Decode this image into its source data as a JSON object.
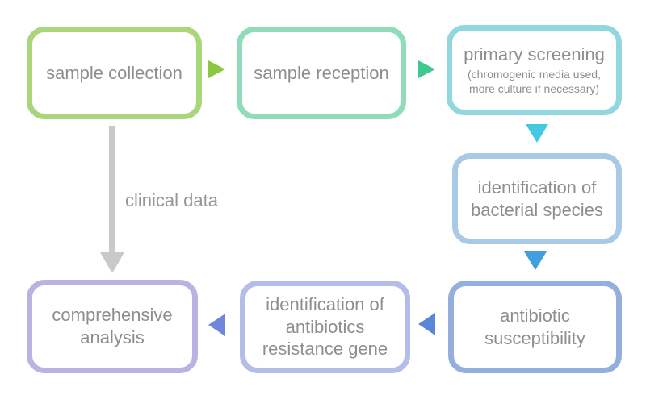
{
  "background_color": "#ffffff",
  "text_color": "#8e8e8e",
  "boxes": [
    {
      "id": "sample-collection",
      "label": "sample collection",
      "border_color": "#a9d67a"
    },
    {
      "id": "sample-reception",
      "label": "sample reception",
      "border_color": "#90dcba"
    },
    {
      "id": "primary-screening",
      "label": "primary screening",
      "sublabel": "(chromogenic media used, more culture if necessary)",
      "border_color": "#92d7e0"
    },
    {
      "id": "identification-of-bacterial-species",
      "label": "identification of bacterial species",
      "border_color": "#a8cae6"
    },
    {
      "id": "antibiotic-susceptibility",
      "label": "antibiotic susceptibility",
      "border_color": "#94afdd"
    },
    {
      "id": "identification-of-antibiotics-resistance-gene",
      "label": "identification of antibiotics resistance gene",
      "border_color": "#b4bce9"
    },
    {
      "id": "comprehensive-analysis",
      "label": "comprehensive analysis",
      "border_color": "#bbb2e2"
    }
  ],
  "arrows": [
    {
      "from": "sample-collection",
      "to": "sample-reception",
      "direction": "right",
      "color": "#8dc63f"
    },
    {
      "from": "sample-reception",
      "to": "primary-screening",
      "direction": "right",
      "color": "#3ec98e"
    },
    {
      "from": "primary-screening",
      "to": "identification-of-bacterial-species",
      "direction": "down",
      "color": "#45c8e1"
    },
    {
      "from": "identification-of-bacterial-species",
      "to": "antibiotic-susceptibility",
      "direction": "down",
      "color": "#429fdd"
    },
    {
      "from": "antibiotic-susceptibility",
      "to": "identification-of-antibiotics-resistance-gene",
      "direction": "left",
      "color": "#5a86d8"
    },
    {
      "from": "identification-of-antibiotics-resistance-gene",
      "to": "comprehensive-analysis",
      "direction": "left",
      "color": "#7086dc"
    },
    {
      "from": "sample-collection",
      "to": "comprehensive-analysis",
      "direction": "down",
      "color": "#c9c9c9",
      "label": "clinical data"
    }
  ],
  "annotations": {
    "clinical_data_label": "clinical data"
  }
}
